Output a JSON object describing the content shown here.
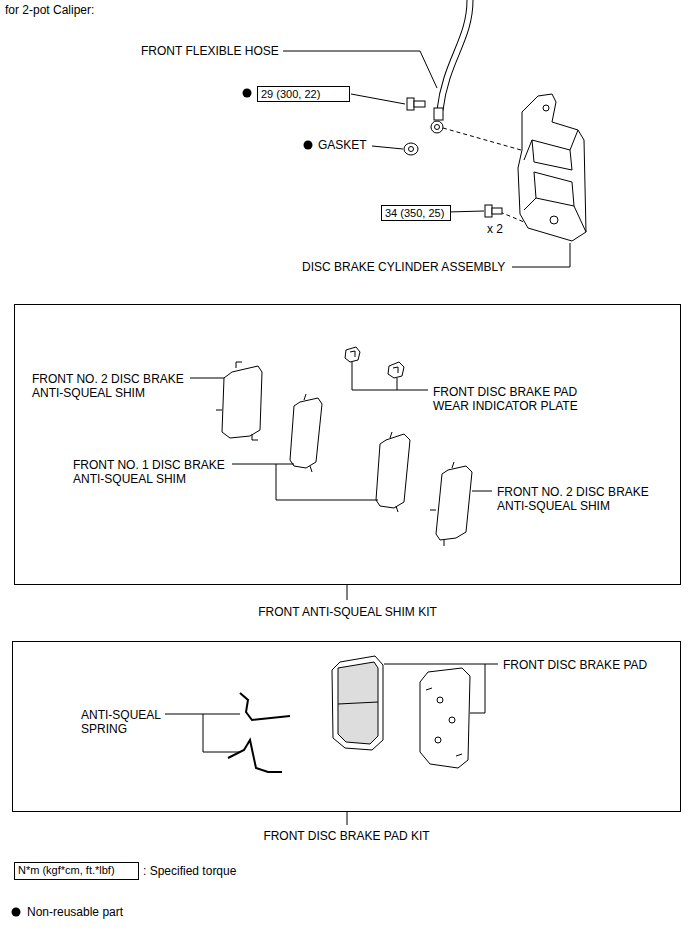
{
  "diagram": {
    "title": "for 2-pot Caliper:",
    "nodes": [
      {
        "text": [
          "29 (300, 22)"
        ]
      },
      {
        "text": [
          "34 (350, 25)"
        ]
      },
      {
        "text": [
          "FRONT NO. 2 DISC BRAKE ANTI-SQUEAL SHIM",
          "FRONT DISC BRAKE PAD WEAR INDICATOR PLATE",
          "FRONT NO. 1 DISC BRAKE ANTI-SQUEAL SHIM",
          "FRONT NO. 2 DISC BRAKE ANTI-SQUEAL SHIM",
          "FRONT ANTI-SQUEAL SHIM KIT"
        ]
      },
      {
        "text": [
          "FRONT DISC BRAKE PAD",
          "ANTI-SQUEAL SPRING",
          "FRONT DISC BRAKE PAD KIT"
        ]
      },
      {
        "text": [
          "N*m (kgf*cm, ft.*lbf)"
        ]
      }
    ],
    "labels": [
      "FRONT FLEXIBLE HOSE",
      "GASKET",
      "x 2",
      "DISC BRAKE CYLINDER ASSEMBLY"
    ],
    "legend": [
      {
        "text": ": Specified torque"
      },
      {
        "text": "Non-reusable part"
      }
    ]
  }
}
